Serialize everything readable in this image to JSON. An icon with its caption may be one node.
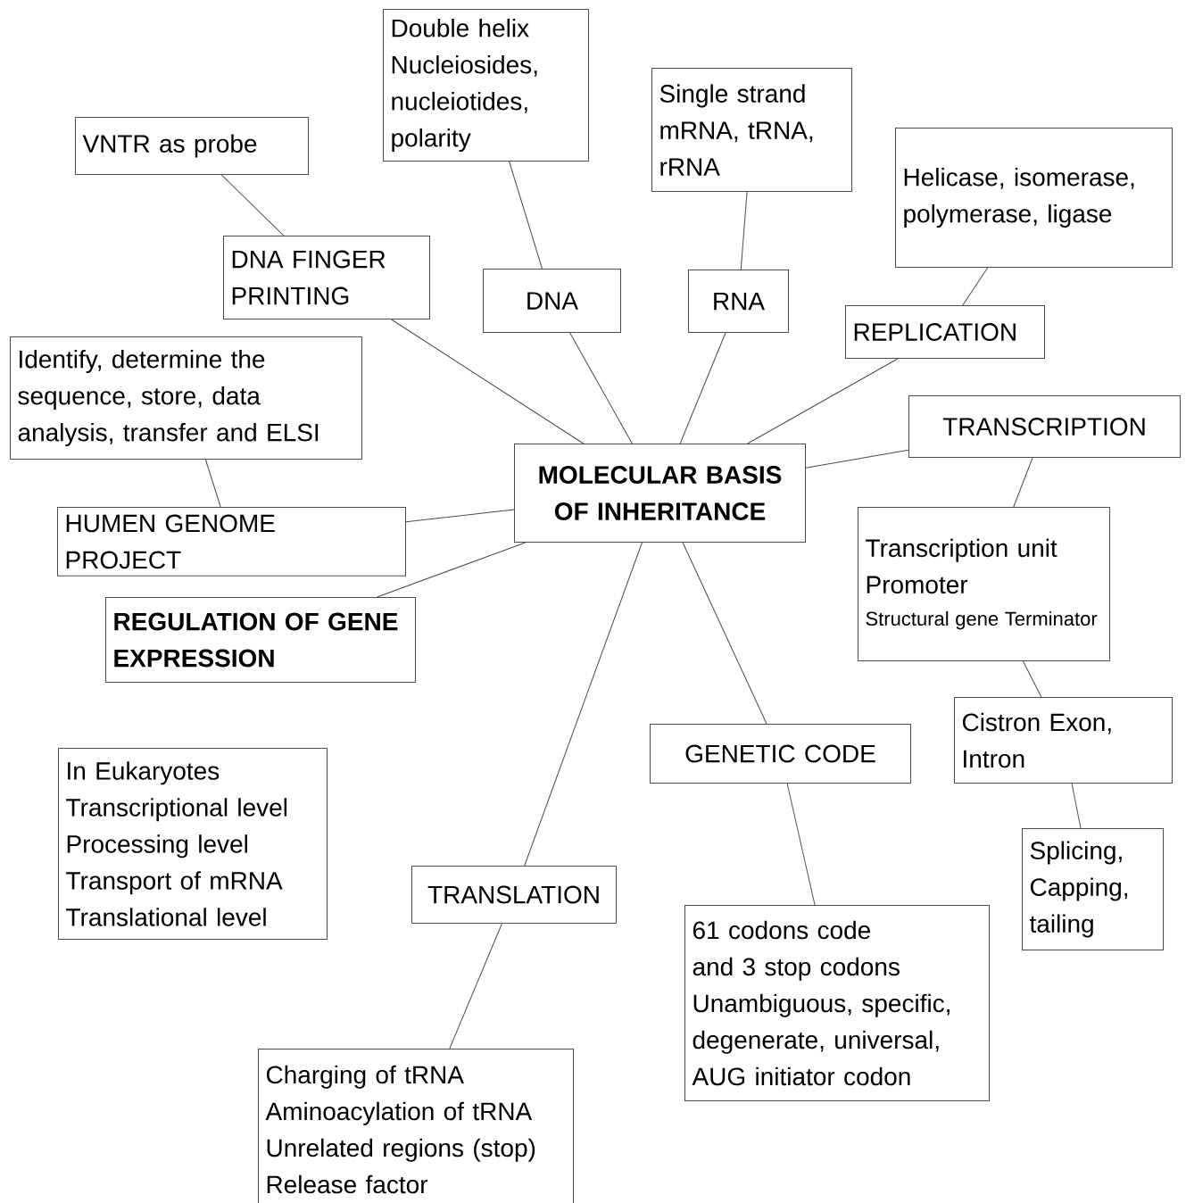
{
  "diagram": {
    "nodes": [
      {
        "text": [
          "MOLECULAR BASIS OF INHERITANCE"
        ]
      },
      {
        "text": [
          "VNTR as probe"
        ]
      },
      {
        "text": [
          "DNA FINGER PRINTING"
        ]
      },
      {
        "text": [
          "Double helix Nucleiosides, nucleiotides, polarity"
        ]
      },
      {
        "text": [
          "DNA"
        ]
      },
      {
        "text": [
          "Single strand mRNA, tRNA, rRNA"
        ]
      },
      {
        "text": [
          "RNA"
        ]
      },
      {
        "text": [
          "Helicase, isomerase, polymerase, ligase"
        ]
      },
      {
        "text": [
          "REPLICATION"
        ]
      },
      {
        "text": [
          "Identify, determine the sequence, store, data analysis, transfer and ELSI"
        ]
      },
      {
        "text": [
          "HUMEN GENOME PROJECT"
        ]
      },
      {
        "text": [
          "TRANSCRIPTION"
        ]
      },
      {
        "text": [
          "REGULATION OF GENE EXPRESSION"
        ]
      },
      {
        "text": [
          "Transcription unit Promoter",
          "Structural gene Terminator"
        ]
      },
      {
        "text": [
          "In Eukaryotes Transcriptional level Processing level Transport of mRNA Translational level"
        ]
      },
      {
        "text": [
          "GENETIC CODE"
        ]
      },
      {
        "text": [
          "Cistron Exon, Intron"
        ]
      },
      {
        "text": [
          "TRANSLATION"
        ]
      },
      {
        "text": [
          "Splicing, Capping, tailing"
        ]
      },
      {
        "text": [
          "61 codons code and 3 stop codons Unambiguous, specific, degenerate, universal, AUG initiator codon"
        ]
      },
      {
        "text": [
          "Charging of tRNA Aminoacylation of tRNA Unrelated regions (stop) Release factor"
        ]
      }
    ],
    "edges": [
      {
        "from": 1,
        "to": 2,
        "arrow": "none"
      },
      {
        "from": 2,
        "to": 0,
        "arrow": "none"
      },
      {
        "from": 3,
        "to": 4,
        "arrow": "none"
      },
      {
        "from": 4,
        "to": 0,
        "arrow": "none"
      },
      {
        "from": 5,
        "to": 6,
        "arrow": "none"
      },
      {
        "from": 6,
        "to": 0,
        "arrow": "none"
      },
      {
        "from": 7,
        "to": 8,
        "arrow": "none"
      },
      {
        "from": 8,
        "to": 0,
        "arrow": "none"
      },
      {
        "from": 9,
        "to": 10,
        "arrow": "none"
      },
      {
        "from": 10,
        "to": 0,
        "arrow": "none"
      },
      {
        "from": 11,
        "to": 0,
        "arrow": "none"
      },
      {
        "from": 11,
        "to": 13,
        "arrow": "none"
      },
      {
        "from": 12,
        "to": 0,
        "arrow": "none"
      },
      {
        "from": 13,
        "to": 16,
        "arrow": "none"
      },
      {
        "from": 16,
        "to": 18,
        "arrow": "none"
      },
      {
        "from": 0,
        "to": 15,
        "arrow": "none"
      },
      {
        "from": 15,
        "to": 19,
        "arrow": "none"
      },
      {
        "from": 0,
        "to": 17,
        "arrow": "none"
      },
      {
        "from": 17,
        "to": 20,
        "arrow": "none"
      }
    ]
  }
}
